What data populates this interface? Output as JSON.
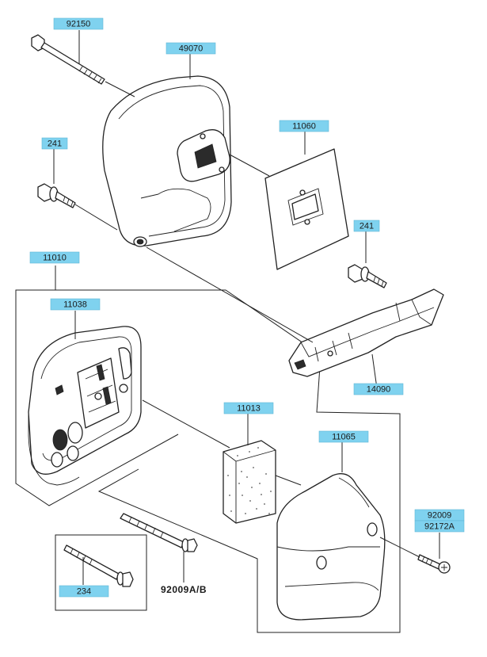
{
  "parts": {
    "p92150": "92150",
    "p49070": "49070",
    "p11060": "11060",
    "p241a": "241",
    "p241b": "241",
    "p11010": "11010",
    "p11038": "11038",
    "p14090": "14090",
    "p11013": "11013",
    "p11065": "11065",
    "p92009": "92009",
    "p92172A": "92172A",
    "p234": "234",
    "p92009AB": "92009A/B"
  },
  "colors": {
    "callout_fill": "#7fd2ef",
    "line": "#222222"
  }
}
